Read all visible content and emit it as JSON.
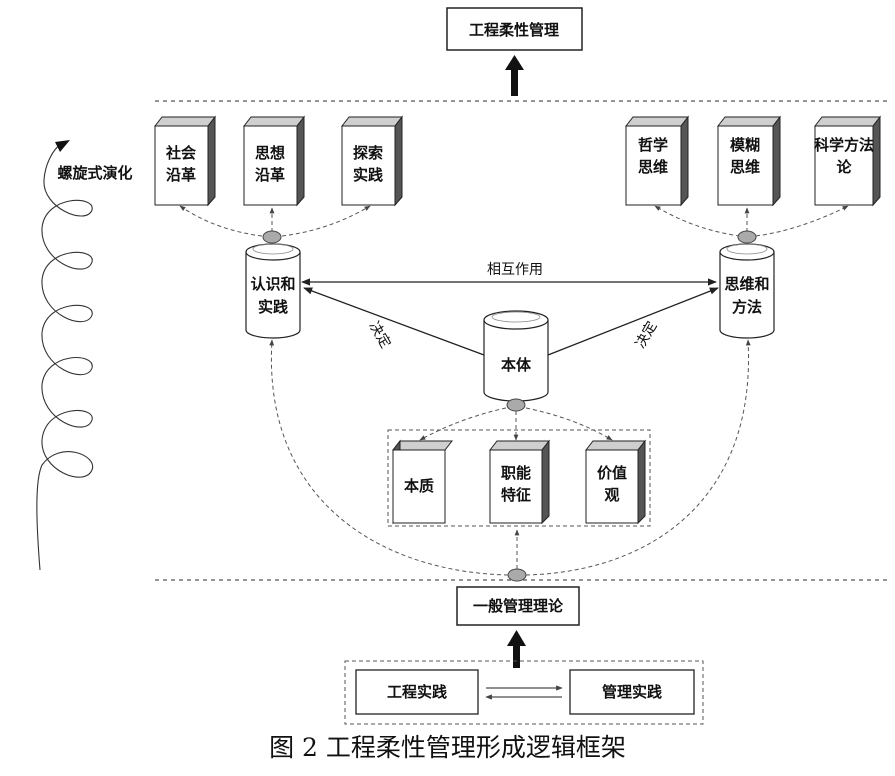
{
  "top_title": "工程柔性管理",
  "spiral_label": "螺旋式演化",
  "left_books": [
    "社会\n沿革",
    "思想\n沿革",
    "探索\n实践"
  ],
  "right_books": [
    "哲学\n思维",
    "模糊\n思维",
    "科学方法\n论"
  ],
  "left_cylinder": "认识和\n实践",
  "right_cylinder": "思维和\n方法",
  "center_cylinder": "本体",
  "mutual_label": "相互作用",
  "decide_left": "决定",
  "decide_right": "决定",
  "center_books": [
    "本质",
    "职能\n特征",
    "价值\n观"
  ],
  "general_theory": "一般管理理论",
  "bottom_left": "工程实践",
  "bottom_right": "管理实践",
  "caption": "图 2 工程柔性管理形成逻辑框架"
}
